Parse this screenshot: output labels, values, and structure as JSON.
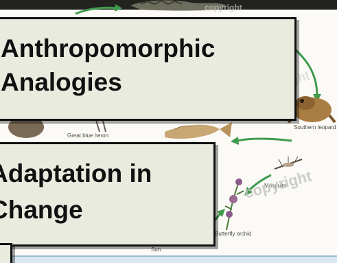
{
  "diagram_labels": {
    "heron": "Great blue heron",
    "frog": "Southern leopard frog",
    "mosquito": "Mosquito",
    "orchid": "Butterfly orchid",
    "sun": "Sun"
  },
  "watermark": "copyright",
  "cards": {
    "title_1_line_1": "Anthropomorphic",
    "title_1_line_2": "Analogies",
    "title_2_line_1": "Adaptation in",
    "title_2_line_2": "Change"
  },
  "colors": {
    "card_bg": "#e9ebdf",
    "arrow": "#3f9a4c",
    "border": "#111111"
  }
}
